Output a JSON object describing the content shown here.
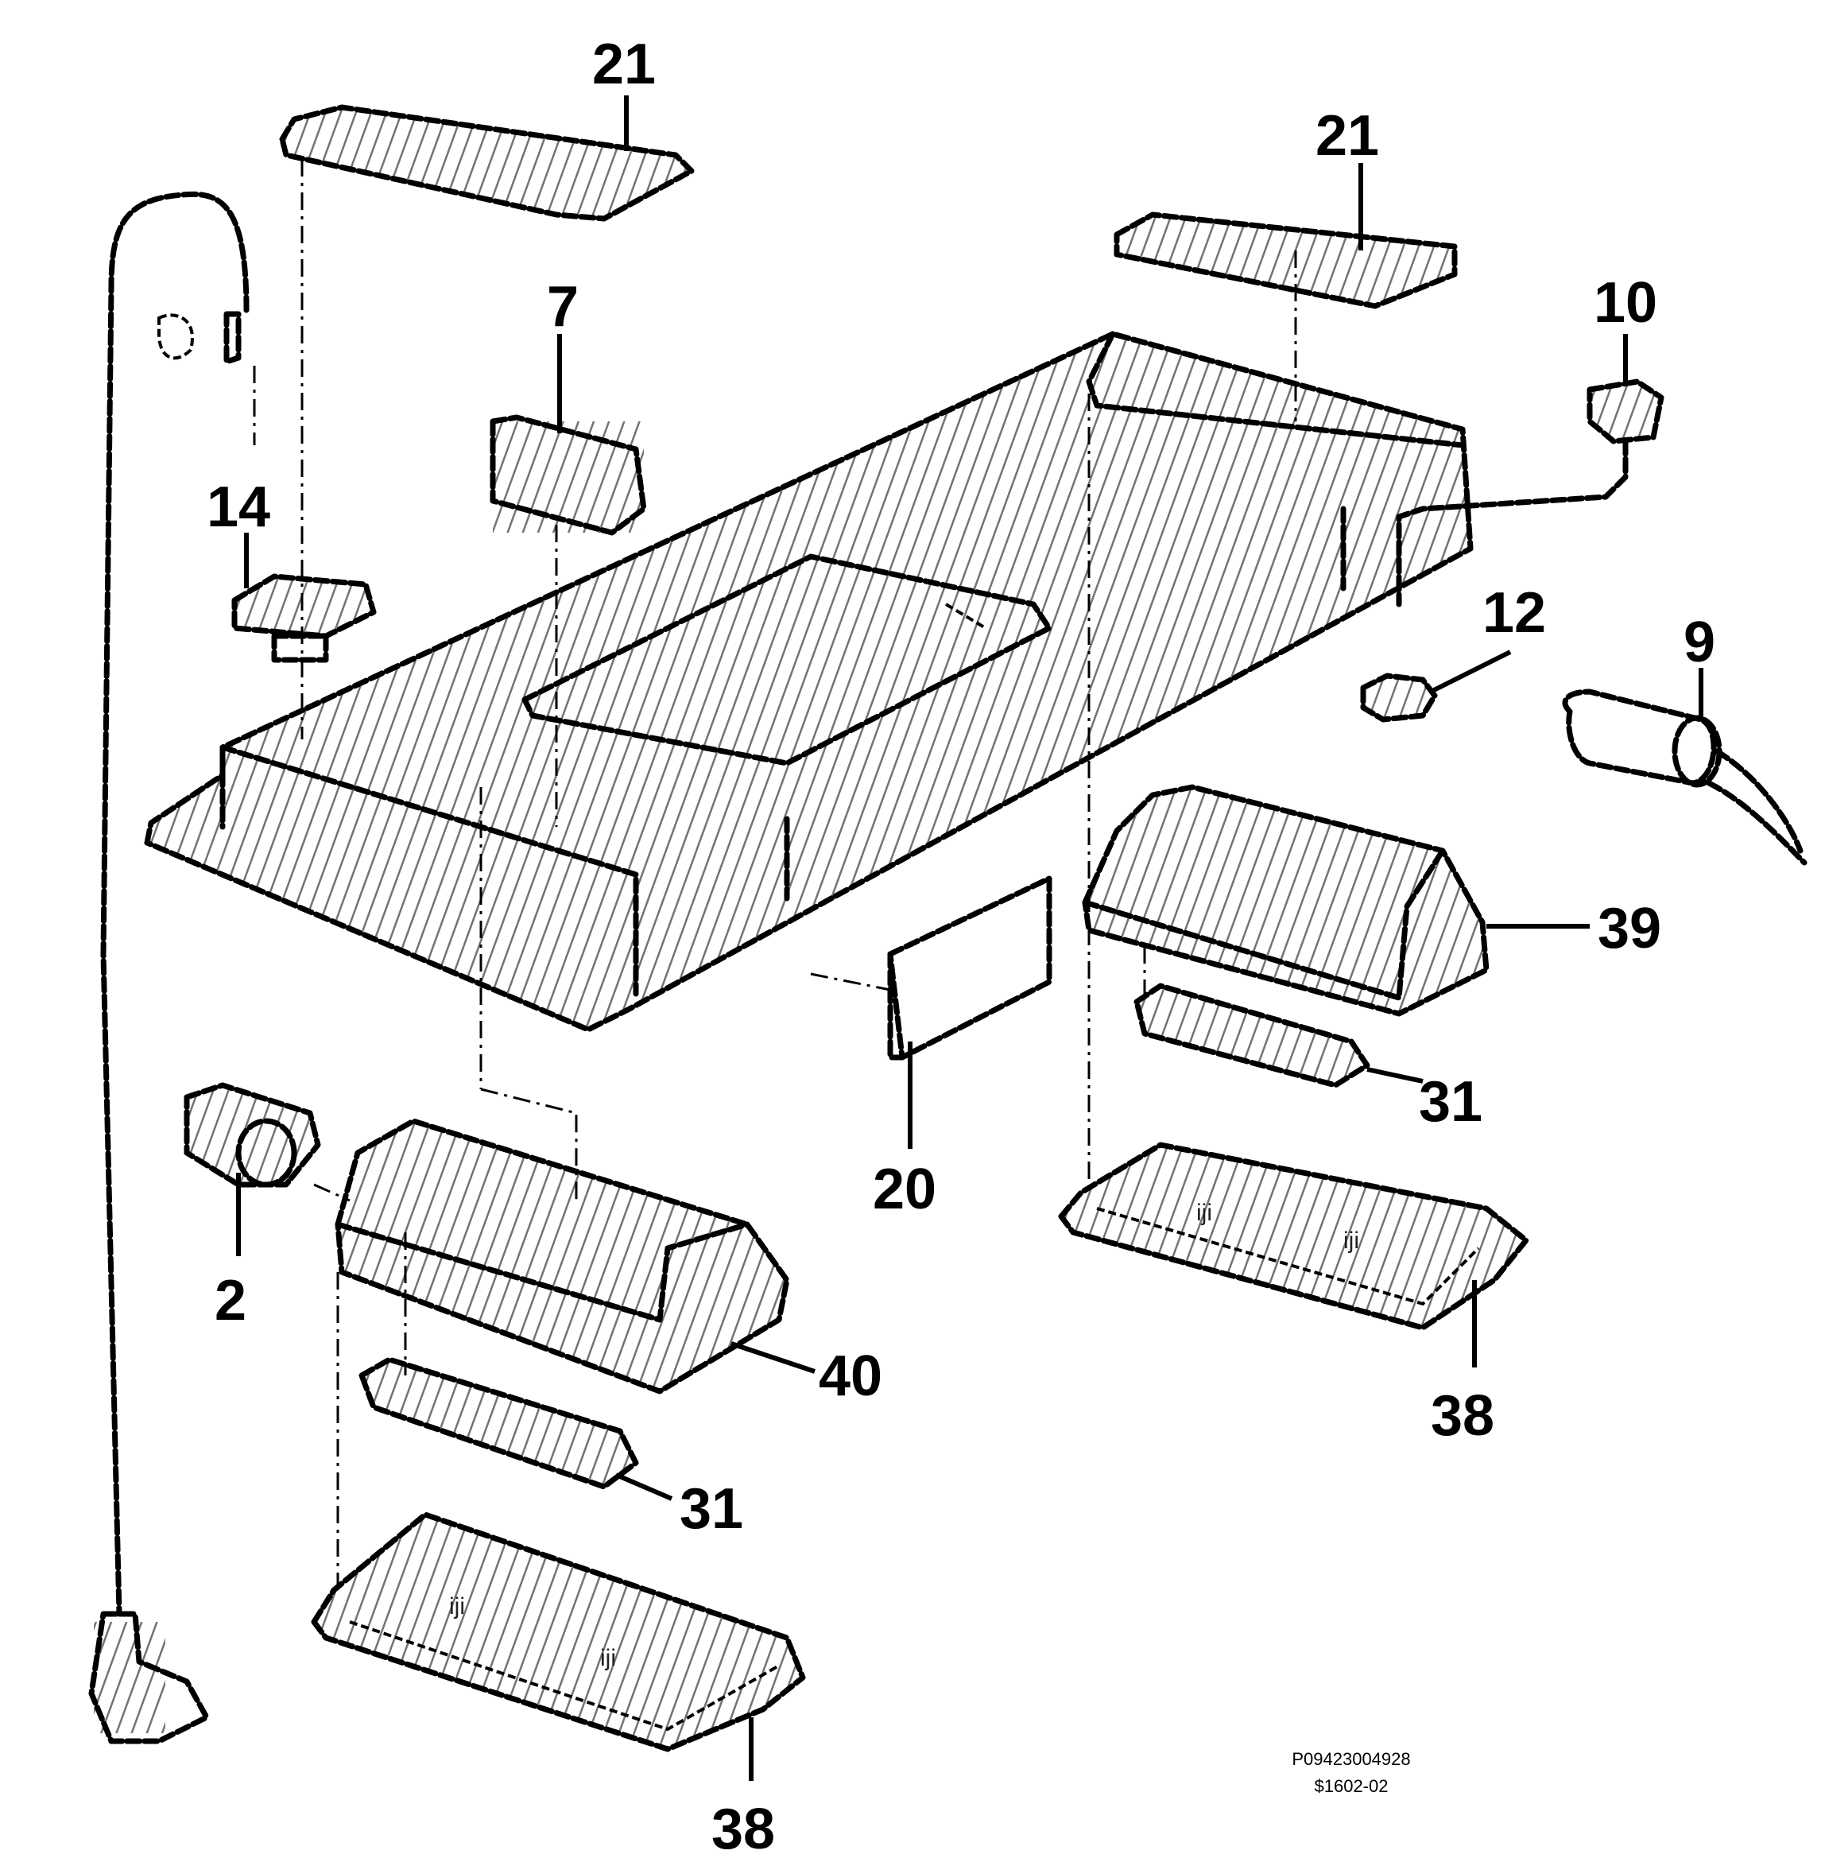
{
  "diagram": {
    "callouts": {
      "c21a": "21",
      "c21b": "21",
      "c7": "7",
      "c10": "10",
      "c14": "14",
      "c12": "12",
      "c9": "9",
      "c39": "39",
      "c31a": "31",
      "c20": "20",
      "c2": "2",
      "c40": "40",
      "c38a": "38",
      "c31b": "31",
      "c38b": "38"
    },
    "marks": {
      "m1": "iji",
      "m2": "iji",
      "m3": "iji",
      "m4": "iji"
    },
    "footer": {
      "part_number": "P09423004928",
      "revision": "$1602-02"
    }
  }
}
